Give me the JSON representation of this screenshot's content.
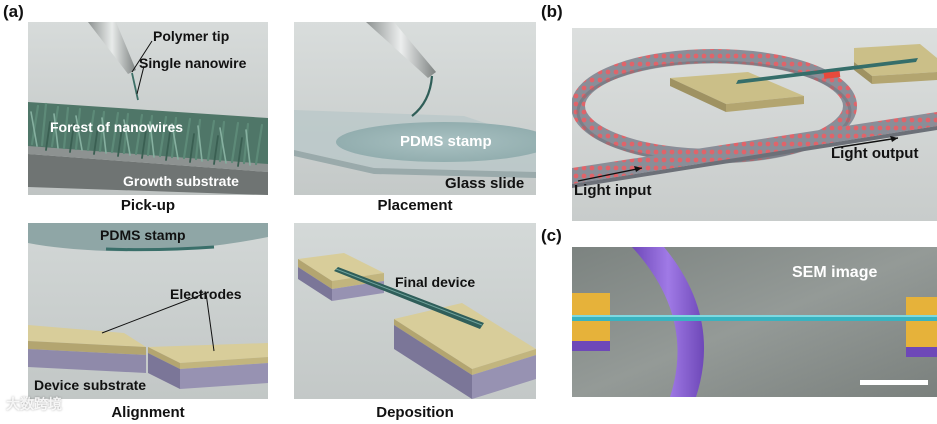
{
  "panel_letters": {
    "a": "(a)",
    "b": "(b)",
    "c": "(c)"
  },
  "pickup": {
    "caption": "Pick-up",
    "label_tip": "Polymer tip",
    "label_single": "Single nanowire",
    "label_forest": "Forest of nanowires",
    "label_substrate": "Growth substrate"
  },
  "placement": {
    "caption": "Placement",
    "label_stamp": "PDMS stamp",
    "label_slide": "Glass slide"
  },
  "alignment": {
    "caption": "Alignment",
    "label_stamp": "PDMS stamp",
    "label_electrodes": "Electrodes",
    "label_substrate": "Device substrate"
  },
  "deposition": {
    "caption": "Deposition",
    "label_final": "Final device"
  },
  "ring": {
    "label_input": "Light input",
    "label_output": "Light output"
  },
  "sem": {
    "label_sem": "SEM image"
  },
  "watermark": "大数跨境",
  "colors": {
    "scene_gray": "#c9cdcc",
    "electrode_gold": "#c9bd84",
    "substrate_purple": "#8d88aa",
    "waveguide_red": "#e0646a",
    "nanowire_teal": "#3d7f7a",
    "sem_violet": "#8a5bd6",
    "sem_nanowire": "#39b3c0",
    "sem_gold": "#e6b23a"
  }
}
